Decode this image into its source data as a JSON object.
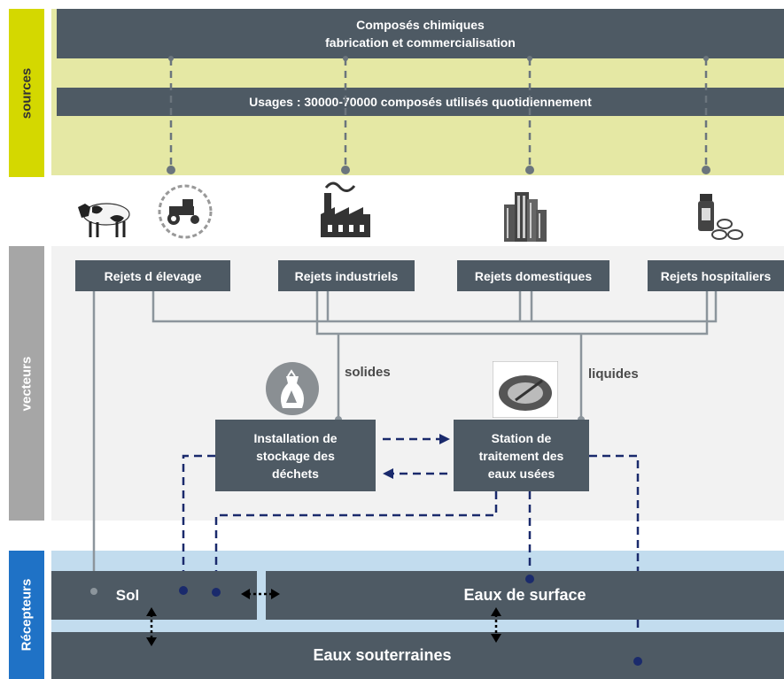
{
  "sidebars": {
    "sources": "sources",
    "vecteurs": "vecteurs",
    "recepteurs": "Récepteurs"
  },
  "sources": {
    "top_line1": "Composés chimiques",
    "top_line2": "fabrication et commercialisation",
    "usages": "Usages : 30000-70000 composés utilisés quotidiennement"
  },
  "icons": [
    "cow-icon",
    "tractor-icon",
    "factory-icon",
    "buildings-icon",
    "pills-icon",
    "trash-bag-icon",
    "treatment-plant-icon"
  ],
  "vecteurs": {
    "rejets": [
      "Rejets d élevage",
      "Rejets industriels",
      "Rejets domestiques",
      "Rejets hospitaliers"
    ],
    "solides": "solides",
    "liquides": "liquides",
    "installation": [
      "Installation de",
      "stockage des",
      "déchets"
    ],
    "station": [
      "Station de",
      "traitement des",
      "eaux usées"
    ]
  },
  "recepteurs": {
    "sol": "Sol",
    "surface": "Eaux de surface",
    "souterraines": "Eaux souterraines"
  },
  "colors": {
    "sources_bg": "#e5e8a4",
    "sources_bar": "#d4d800",
    "vecteurs_bg": "#f2f2f2",
    "vecteurs_bar": "#a6a6a6",
    "recepteurs_bg": "#c2dcee",
    "recepteurs_bar": "#1f72c6",
    "box": "#4e5a64",
    "dashed_navy": "#1a2a6c"
  }
}
